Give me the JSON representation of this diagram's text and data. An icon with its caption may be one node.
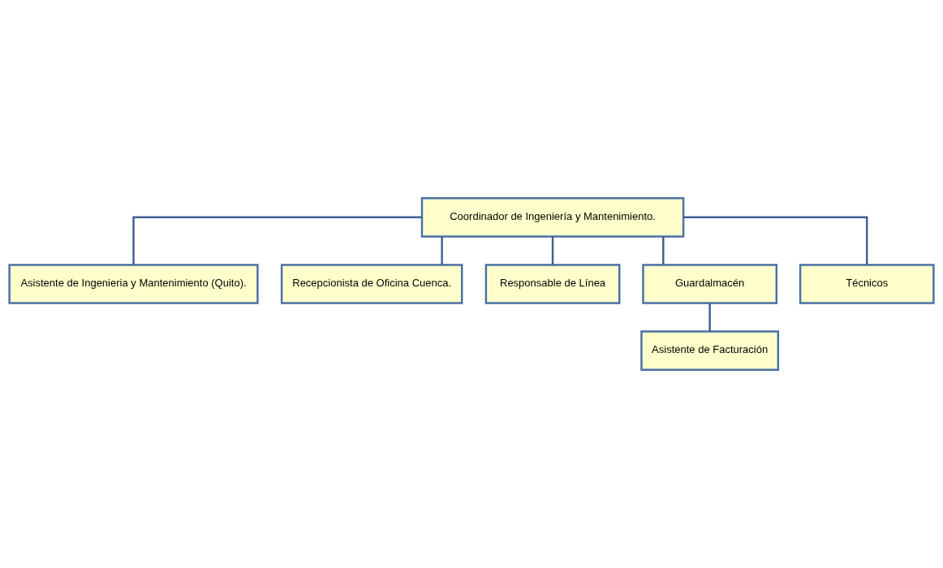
{
  "diagram": {
    "nodes": [
      {
        "text": [
          "Coordinador de Ingeniería y Mantenimiento."
        ]
      },
      {
        "text": [
          "Asistente de Ingenieria y Mantenimiento (Quito)."
        ]
      },
      {
        "text": [
          "Recepcionista de Oficina Cuenca."
        ]
      },
      {
        "text": [
          "Responsable de Línea"
        ]
      },
      {
        "text": [
          "Guardalmacén"
        ]
      },
      {
        "text": [
          "Técnicos"
        ]
      },
      {
        "text": [
          "Asistente de Facturación"
        ]
      }
    ],
    "edges": [
      {
        "from": 0,
        "to": 1,
        "arrow": "none"
      },
      {
        "from": 0,
        "to": 2,
        "arrow": "none"
      },
      {
        "from": 0,
        "to": 3,
        "arrow": "none"
      },
      {
        "from": 0,
        "to": 4,
        "arrow": "none"
      },
      {
        "from": 0,
        "to": 5,
        "arrow": "none"
      },
      {
        "from": 4,
        "to": 6,
        "arrow": "none"
      }
    ]
  }
}
